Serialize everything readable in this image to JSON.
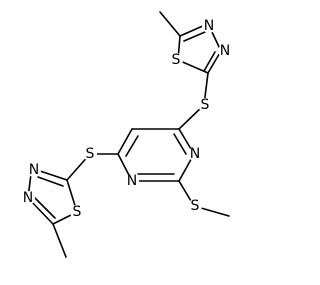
{
  "atom_labels": {
    "n_top_right_a": "N",
    "n_top_right_b": "N",
    "s_top_ring": "S",
    "s_top_linker": "S",
    "n_pyrimidine_right": "N",
    "n_pyrimidine_bottom": "N",
    "s_methylthio": "S",
    "s_left_linker": "S",
    "n_left_ring_a": "N",
    "n_left_ring_b": "N",
    "s_left_ring": "S"
  },
  "colors": {
    "bond": "#000000",
    "text": "#000000",
    "background": "#ffffff"
  }
}
